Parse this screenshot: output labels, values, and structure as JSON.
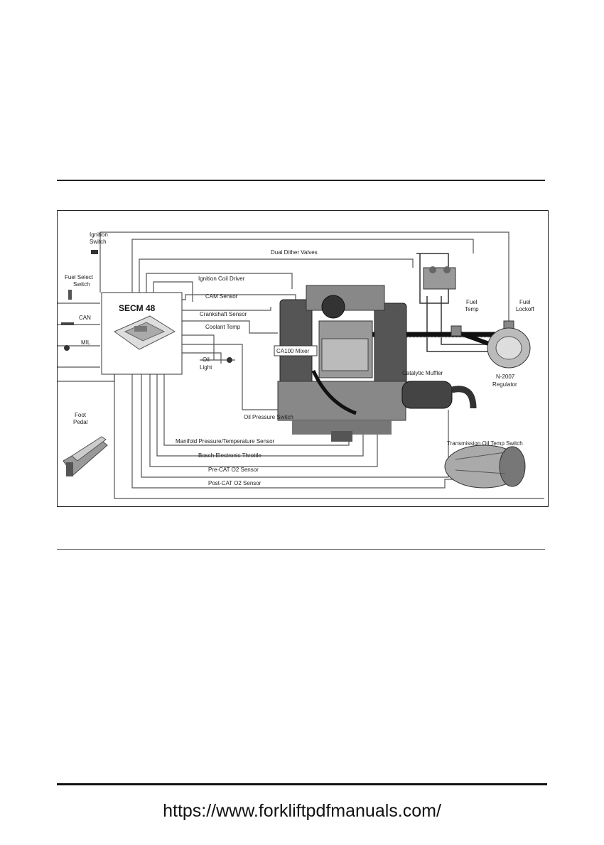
{
  "diagram": {
    "labels": {
      "ignition_switch": [
        "Ignition",
        "Switch"
      ],
      "fuel_select_switch": [
        "Fuel Select",
        "Switch"
      ],
      "can": "CAN",
      "mil": "MIL",
      "secm": "SECM 48",
      "foot_pedal": [
        "Foot",
        "Pedal"
      ],
      "dual_dither_valves": "Dual Dither Valves",
      "ignition_coil_driver": "Ignition Coil Driver",
      "cam_sensor": "CAM Sensor",
      "crankshaft_sensor": "Crankshaft Sensor",
      "coolant_temp": "Coolant Temp",
      "oil_light": [
        "Oil",
        "Light"
      ],
      "ca100_mixer": "CA100 Mixer",
      "fuel_temp": [
        "Fuel",
        "Temp"
      ],
      "fuel_lockoff": [
        "Fuel",
        "Lockoff"
      ],
      "catalytic_muffler": "Catalytic Muffler",
      "regulator": [
        "N-2007",
        "Regulator"
      ],
      "oil_pressure_switch": "Oil Pressure Switch",
      "map_sensor": "Manifold Pressure/Temperature Sensor",
      "bosch_throttle": "Bosch Electronic Throttle",
      "pre_cat_o2": "Pre-CAT O2 Sensor",
      "post_cat_o2": "Post-CAT O2 Sensor",
      "trans_oil_temp": "Transmission Oil Temp Switch"
    }
  },
  "footer": {
    "url": "https://www.forkliftpdfmanuals.com/"
  }
}
